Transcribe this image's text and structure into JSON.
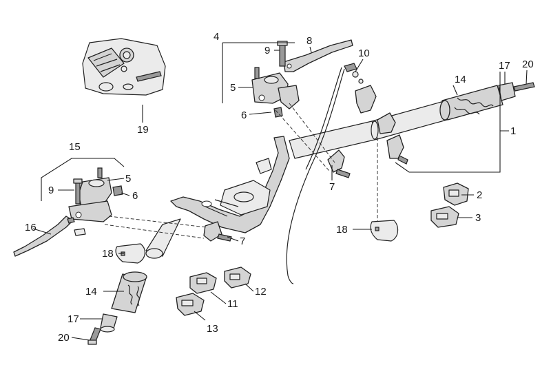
{
  "figure": {
    "callouts": [
      "1",
      "2",
      "3",
      "4",
      "5",
      "5",
      "6",
      "6",
      "7",
      "7",
      "8",
      "9",
      "9",
      "10",
      "11",
      "12",
      "13",
      "14",
      "14",
      "15",
      "16",
      "17",
      "17",
      "18",
      "18",
      "19",
      "20",
      "20"
    ]
  }
}
